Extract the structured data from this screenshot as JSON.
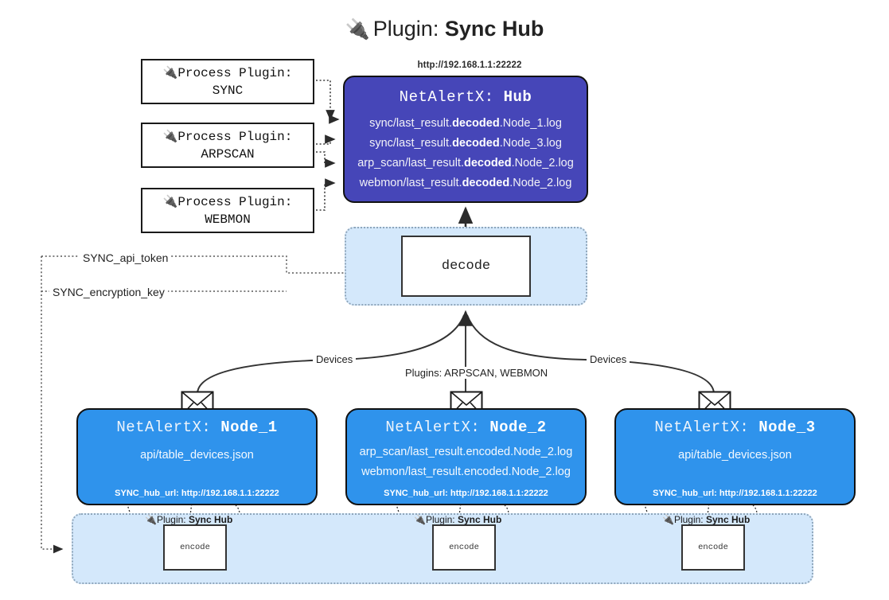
{
  "title": {
    "icon": "plug-icon",
    "prefix": "Plugin:",
    "name": "Sync Hub"
  },
  "process_plugins": [
    {
      "icon": "plug-icon",
      "line1": "Process Plugin:",
      "line2": "SYNC"
    },
    {
      "icon": "plug-icon",
      "line1": "Process Plugin:",
      "line2": "ARPSCAN"
    },
    {
      "icon": "plug-icon",
      "line1": "Process Plugin:",
      "line2": "WEBMON"
    }
  ],
  "hub": {
    "url": "http://192.168.1.1:22222",
    "title_prefix": "NetAlertX:",
    "title_name": "Hub",
    "logs": [
      {
        "pre": "sync/last_result.",
        "mid": "decoded",
        "post": ".Node_1.log"
      },
      {
        "pre": "sync/last_result.",
        "mid": "decoded",
        "post": ".Node_3.log"
      },
      {
        "pre": "arp_scan/last_result.",
        "mid": "decoded",
        "post": ".Node_2.log"
      },
      {
        "pre": "webmon/last_result.",
        "mid": "decoded",
        "post": ".Node_2.log"
      }
    ]
  },
  "decode": {
    "label": "decode"
  },
  "keys": [
    {
      "label": "SYNC_api_token"
    },
    {
      "label": "SYNC_encryption_key"
    }
  ],
  "edge_labels": {
    "devices_left": "Devices",
    "devices_right": "Devices",
    "plugins_center": "Plugins: ARPSCAN, WEBMON"
  },
  "nodes": [
    {
      "title_prefix": "NetAlertX:",
      "title_name": "Node_1",
      "lines": [
        "api/table_devices.json"
      ],
      "footer": "SYNC_hub_url: http://192.168.1.1:22222"
    },
    {
      "title_prefix": "NetAlertX:",
      "title_name": "Node_2",
      "lines": [
        "arp_scan/last_result.encoded.Node_2.log",
        "webmon/last_result.encoded.Node_2.log"
      ],
      "footer": "SYNC_hub_url: http://192.168.1.1:22222"
    },
    {
      "title_prefix": "NetAlertX:",
      "title_name": "Node_3",
      "lines": [
        "api/table_devices.json"
      ],
      "footer": "SYNC_hub_url: http://192.168.1.1:22222"
    }
  ],
  "encoders": [
    {
      "icon": "plug-icon",
      "label_prefix": "Plugin:",
      "label_name": "Sync Hub",
      "box": "encode"
    },
    {
      "icon": "plug-icon",
      "label_prefix": "Plugin:",
      "label_name": "Sync Hub",
      "box": "encode"
    },
    {
      "icon": "plug-icon",
      "label_prefix": "Plugin:",
      "label_name": "Sync Hub",
      "box": "encode"
    }
  ],
  "colors": {
    "hub_fill": "#4646b8",
    "node_fill": "#2f93ec",
    "group_fill": "#d4e8fb",
    "group_border": "#8fa6bb",
    "stroke": "#111111"
  }
}
